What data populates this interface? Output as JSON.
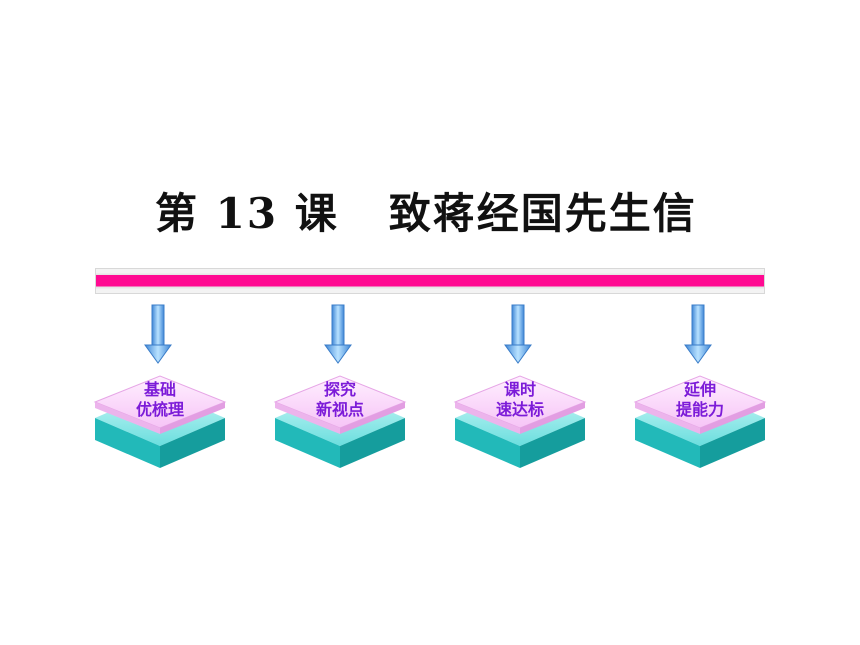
{
  "title": {
    "part1": "第 13 课",
    "part2": "致蒋经国先生信"
  },
  "nav_items": [
    {
      "line1": "基础",
      "line2": "优梳理"
    },
    {
      "line1": "探究",
      "line2": "新视点"
    },
    {
      "line1": "课时",
      "line2": "速达标"
    },
    {
      "line1": "延伸",
      "line2": "提能力"
    }
  ],
  "colors": {
    "accent_bar": "#ff0a92",
    "label_text": "#7c1bd8",
    "arrow": "#5aa8ea",
    "tile_top": "#fbd7fb",
    "tile_base": "#2ec7c7"
  }
}
